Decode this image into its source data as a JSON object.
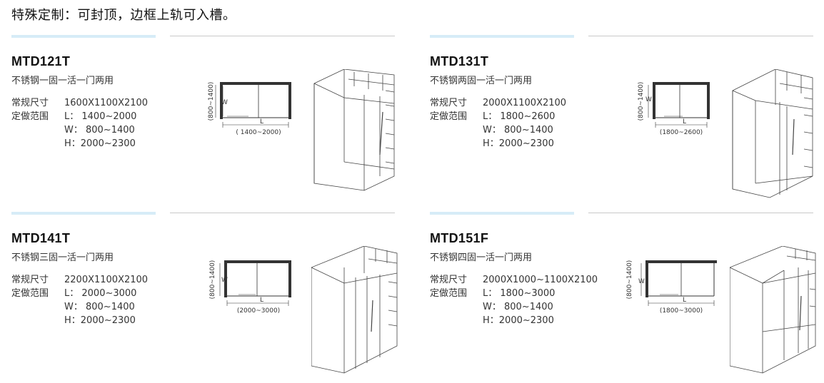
{
  "heading": "特殊定制：可封顶，边框上轨可入槽。",
  "products": [
    {
      "model": "MTD121T",
      "desc": "不锈钢一固一活一门两用",
      "size_label": "常规尺寸",
      "size_value": "1600X1100X2100",
      "range_label": "定做范围",
      "range_L": "L： 1400~2000",
      "range_W": "W： 800~1400",
      "range_H": "H：2000~2300",
      "plan_w_label": "W",
      "plan_w_range": "(800~1400)",
      "plan_l_label": "L",
      "plan_l_range": "( 1400~2000)"
    },
    {
      "model": "MTD131T",
      "desc": "不锈钢两固一活一门两用",
      "size_label": "常规尺寸",
      "size_value": "2000X1100X2100",
      "range_label": "定做范围",
      "range_L": "L： 1800~2600",
      "range_W": "W： 800~1400",
      "range_H": "H：2000~2300",
      "plan_w_label": "W",
      "plan_w_range": "(800~1400)",
      "plan_l_label": "L",
      "plan_l_range": "(1800~2600)"
    },
    {
      "model": "MTD141T",
      "desc": "不锈钢三固一活一门两用",
      "size_label": "常规尺寸",
      "size_value": "2200X1100X2100",
      "range_label": "定做范围",
      "range_L": "L： 2000~3000",
      "range_W": "W： 800~1400",
      "range_H": "H：2000~2300",
      "plan_w_label": "W",
      "plan_w_range": "(800~1400)",
      "plan_l_label": "L",
      "plan_l_range": "(2000~3000)"
    },
    {
      "model": "MTD151F",
      "desc": "不锈钢四固一活一门两用",
      "size_label": "常规尺寸",
      "size_value": "2000X1000~1100X2100",
      "range_label": "定做范围",
      "range_L": "L： 1800~3000",
      "range_W": "W： 800~1400",
      "range_H": "H：2000~2300",
      "plan_w_label": "W",
      "plan_w_range": "(800~1400)",
      "plan_l_label": "L",
      "plan_l_range": "(1800~3000)"
    }
  ],
  "colors": {
    "accent": "#d6ecf7",
    "rule": "#c9c9c9",
    "wall": "#333333",
    "drawing": "#444444"
  },
  "icons": {
    "plan": "shower-plan-diagram",
    "iso": "shower-isometric-diagram"
  }
}
